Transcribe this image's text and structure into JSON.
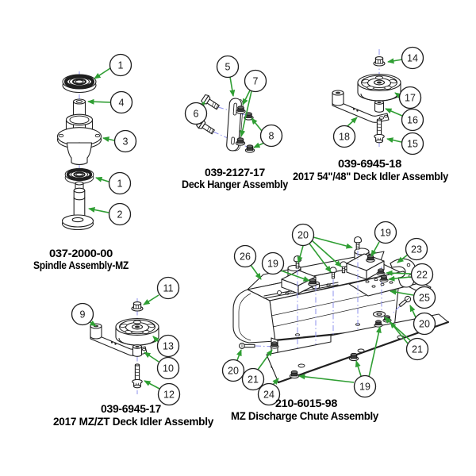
{
  "figure": {
    "type": "exploded-parts-diagram",
    "background_color": "#ffffff"
  },
  "style": {
    "line_color": "#1f1f1f",
    "arrow_color": "#2f9e33",
    "centerline_color": "#8e90ee",
    "callout_fill": "#ffffff",
    "callout_stroke": "#1f1f1f",
    "label_color": "#000000"
  },
  "assemblies": [
    {
      "id": "spindle-assembly",
      "part_number": "037-2000-00",
      "name": "Spindle Assembly-MZ",
      "callouts": [
        "1",
        "4",
        "3",
        "1",
        "2"
      ]
    },
    {
      "id": "deck-hanger-assembly",
      "part_number": "039-2127-17",
      "name": "Deck Hanger Assembly",
      "callouts": [
        "5",
        "7",
        "6",
        "8"
      ]
    },
    {
      "id": "deck-idler-assembly-54-48",
      "part_number": "039-6945-18",
      "name": "2017 54\"/48\" Deck Idler Assembly",
      "callouts": [
        "14",
        "17",
        "16",
        "18",
        "15"
      ]
    },
    {
      "id": "deck-idler-assembly-mz-zt",
      "part_number": "039-6945-17",
      "name": "2017 MZ/ZT Deck Idler Assembly",
      "callouts": [
        "11",
        "9",
        "13",
        "10",
        "12"
      ]
    },
    {
      "id": "discharge-chute-assembly",
      "part_number": "210-6015-98",
      "name": "MZ Discharge Chute Assembly",
      "callouts": [
        "20",
        "19",
        "26",
        "19",
        "23",
        "22",
        "25",
        "20",
        "21",
        "20",
        "21",
        "24",
        "19"
      ]
    }
  ]
}
